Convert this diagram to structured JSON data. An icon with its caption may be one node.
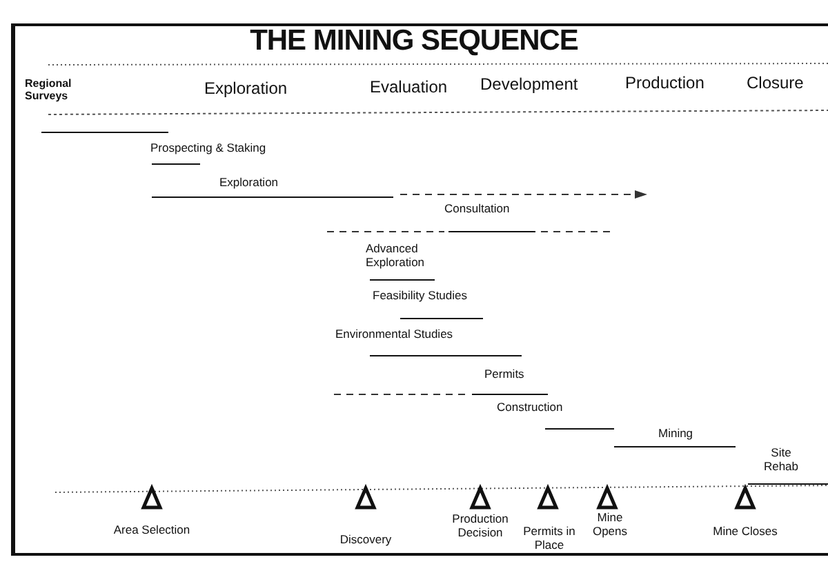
{
  "diagram": {
    "title": "THE MINING SEQUENCE",
    "labels": [
      "Regional Surveys",
      "Exploration",
      "Evaluation",
      "Development",
      "Production",
      "Closure",
      "Prospecting & Staking",
      "Exploration",
      "Consultation",
      "Advanced Exploration",
      "Feasibility Studies",
      "Environmental Studies",
      "Permits",
      "Construction",
      "Mining",
      "Site Rehab",
      "Area Selection",
      "Discovery",
      "Production Decision",
      "Permits in Place",
      "Mine Opens",
      "Mine Closes"
    ]
  }
}
